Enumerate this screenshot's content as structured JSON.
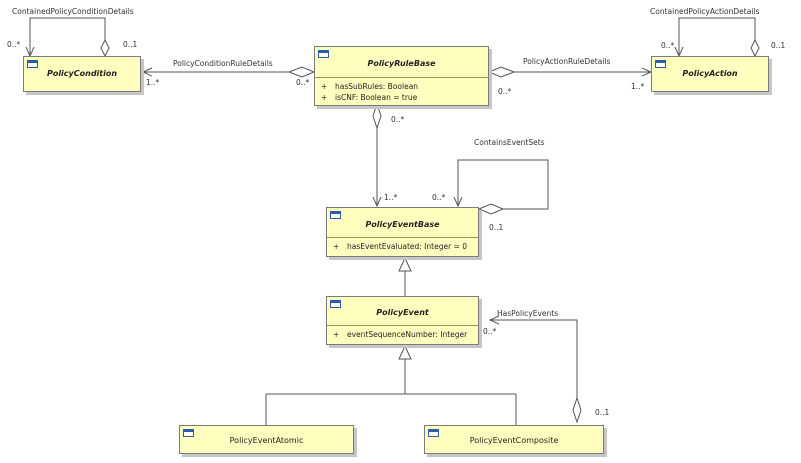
{
  "classes": {
    "policy_condition": {
      "name": "PolicyCondition"
    },
    "policy_rule_base": {
      "name": "PolicyRuleBase",
      "attrs": [
        {
          "vis": "+",
          "text": "hasSubRules: Boolean"
        },
        {
          "vis": "+",
          "text": "isCNF: Boolean = true"
        }
      ]
    },
    "policy_action": {
      "name": "PolicyAction"
    },
    "policy_event_base": {
      "name": "PolicyEventBase",
      "attrs": [
        {
          "vis": "+",
          "text": "hasEventEvaluated: Integer = 0"
        }
      ]
    },
    "policy_event": {
      "name": "PolicyEvent",
      "attrs": [
        {
          "vis": "+",
          "text": "eventSequenceNumber: Integer"
        }
      ]
    },
    "policy_event_atomic": {
      "name": "PolicyEventAtomic"
    },
    "policy_event_composite": {
      "name": "PolicyEventComposite"
    }
  },
  "associations": {
    "contained_condition": {
      "name": "ContainedPolicyConditionDetails",
      "m_left": "0..*",
      "m_right": "0..1"
    },
    "condition_rule": {
      "name": "PolicyConditionRuleDetails",
      "m_condition": "1..*",
      "m_rule": "0..*"
    },
    "action_rule": {
      "name": "PolicyActionRuleDetails",
      "m_rule": "0..*",
      "m_action": "1..*"
    },
    "contained_action": {
      "name": "ContainedPolicyActionDetails",
      "m_left": "0..*",
      "m_right": "0..1"
    },
    "rule_event": {
      "m_rule": "0..*",
      "m_event": "1..*"
    },
    "contains_event_sets": {
      "name": "ContainsEventSets",
      "m_target": "0..*",
      "m_source": "0..1"
    },
    "has_policy_events": {
      "name": "HasPolicyEvents",
      "m_target": "0..*",
      "m_source": "0..1"
    }
  }
}
